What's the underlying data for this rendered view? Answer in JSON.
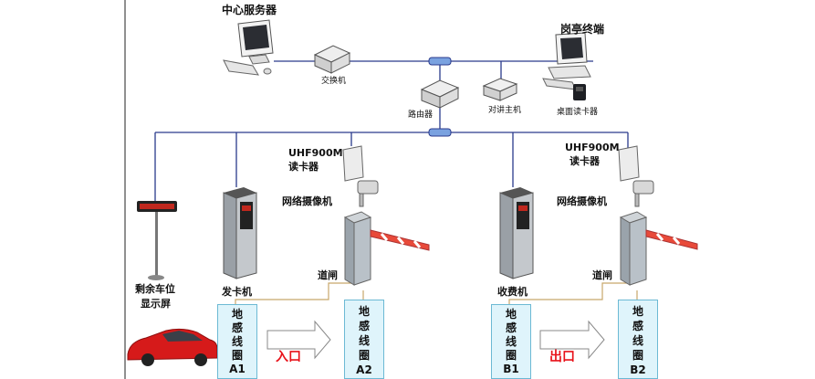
{
  "labels": {
    "central_server": "中心服务器",
    "switch": "交换机",
    "booth_terminal": "岗亭终端",
    "router": "路由器",
    "intercom_host": "对讲主机",
    "desktop_reader": "桌面读卡器",
    "reader_1": "UHF900M\n读卡器",
    "reader_1_line1": "UHF900M",
    "reader_1_line2": "读卡器",
    "camera_1": "网络摄像机",
    "reader_2_line1": "UHF900M",
    "reader_2_line2": "读卡器",
    "camera_2": "网络摄像机",
    "gate_1": "道闸",
    "gate_2": "道闸",
    "display_line1": "剩余车位",
    "display_line2": "显示屏",
    "card_dispenser": "发卡机",
    "toll_machine": "收费机",
    "entrance": "入口",
    "exit": "出口"
  },
  "loops": [
    {
      "chars": [
        "地",
        "感",
        "线",
        "圈",
        "A1"
      ]
    },
    {
      "chars": [
        "地",
        "感",
        "线",
        "圈",
        "A2"
      ]
    },
    {
      "chars": [
        "地",
        "感",
        "线",
        "圈",
        "B1"
      ]
    },
    {
      "chars": [
        "地",
        "感",
        "线",
        "圈",
        "B2"
      ]
    }
  ],
  "colors": {
    "network_line": "#2a3a8c",
    "loop_wire": "#c8a76a",
    "loop_fill": "#dff4fb",
    "arrow_text": "#e8121a",
    "car": "#d61a1a",
    "barrier_red": "#e84a3a"
  },
  "icons": [
    "monitor-icon",
    "switch-icon",
    "router-icon",
    "intercom-icon",
    "card-reader-icon",
    "rfid-reader-icon",
    "camera-icon",
    "barrier-gate-icon",
    "led-display-icon",
    "kiosk-icon",
    "car-icon",
    "arrow-icon"
  ]
}
